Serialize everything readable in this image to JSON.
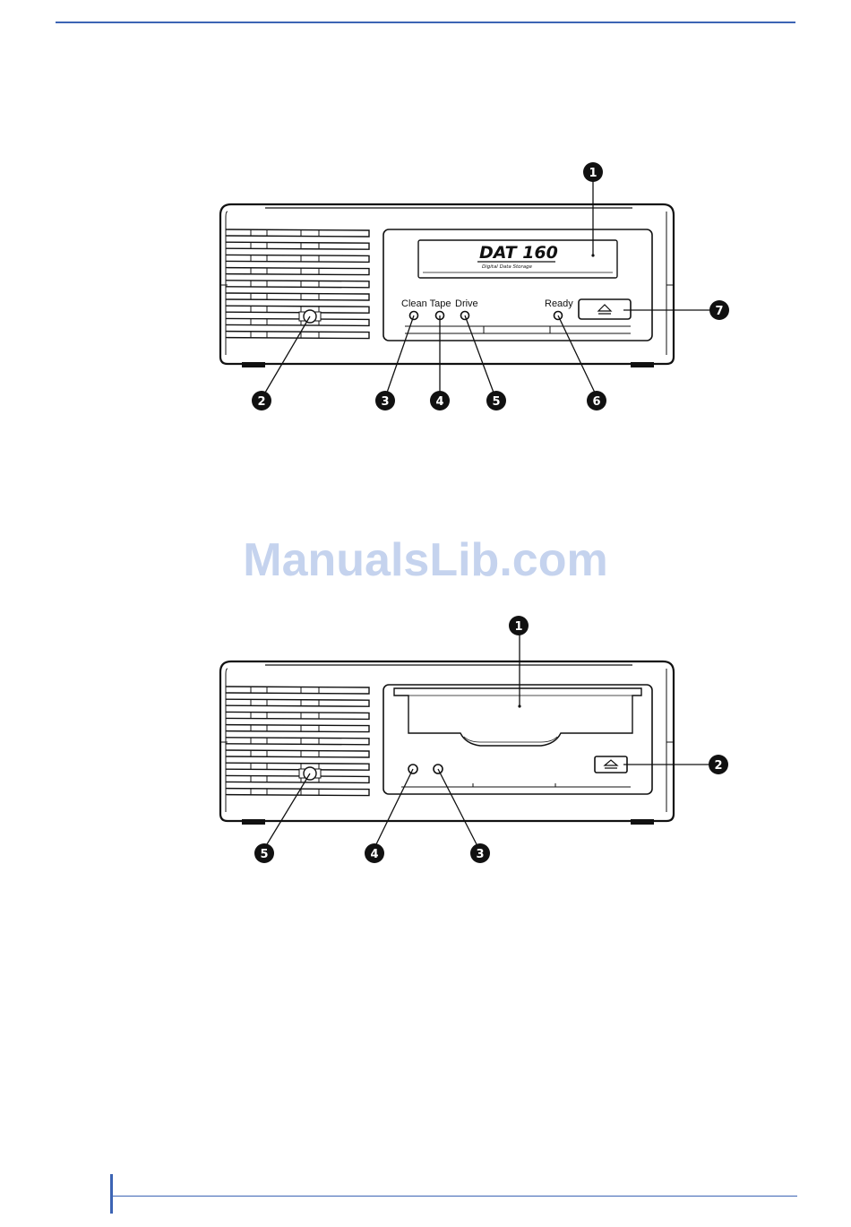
{
  "colors": {
    "rule": "#3c64b4",
    "watermark": "#c5d3ee",
    "ink": "#111111",
    "callout_fill": "#111111"
  },
  "watermark": "ManualsLib.com",
  "figure1": {
    "logo": {
      "brand": "DAT 160",
      "subtitle": "Digital Data Storage"
    },
    "led_labels": [
      "Clean Tape",
      "Drive",
      "Ready"
    ],
    "callouts": [
      "1",
      "2",
      "3",
      "4",
      "5",
      "6",
      "7"
    ],
    "eject_icon": "eject-icon"
  },
  "figure2": {
    "callouts": [
      "1",
      "2",
      "3",
      "4",
      "5"
    ],
    "eject_icon": "eject-icon"
  }
}
